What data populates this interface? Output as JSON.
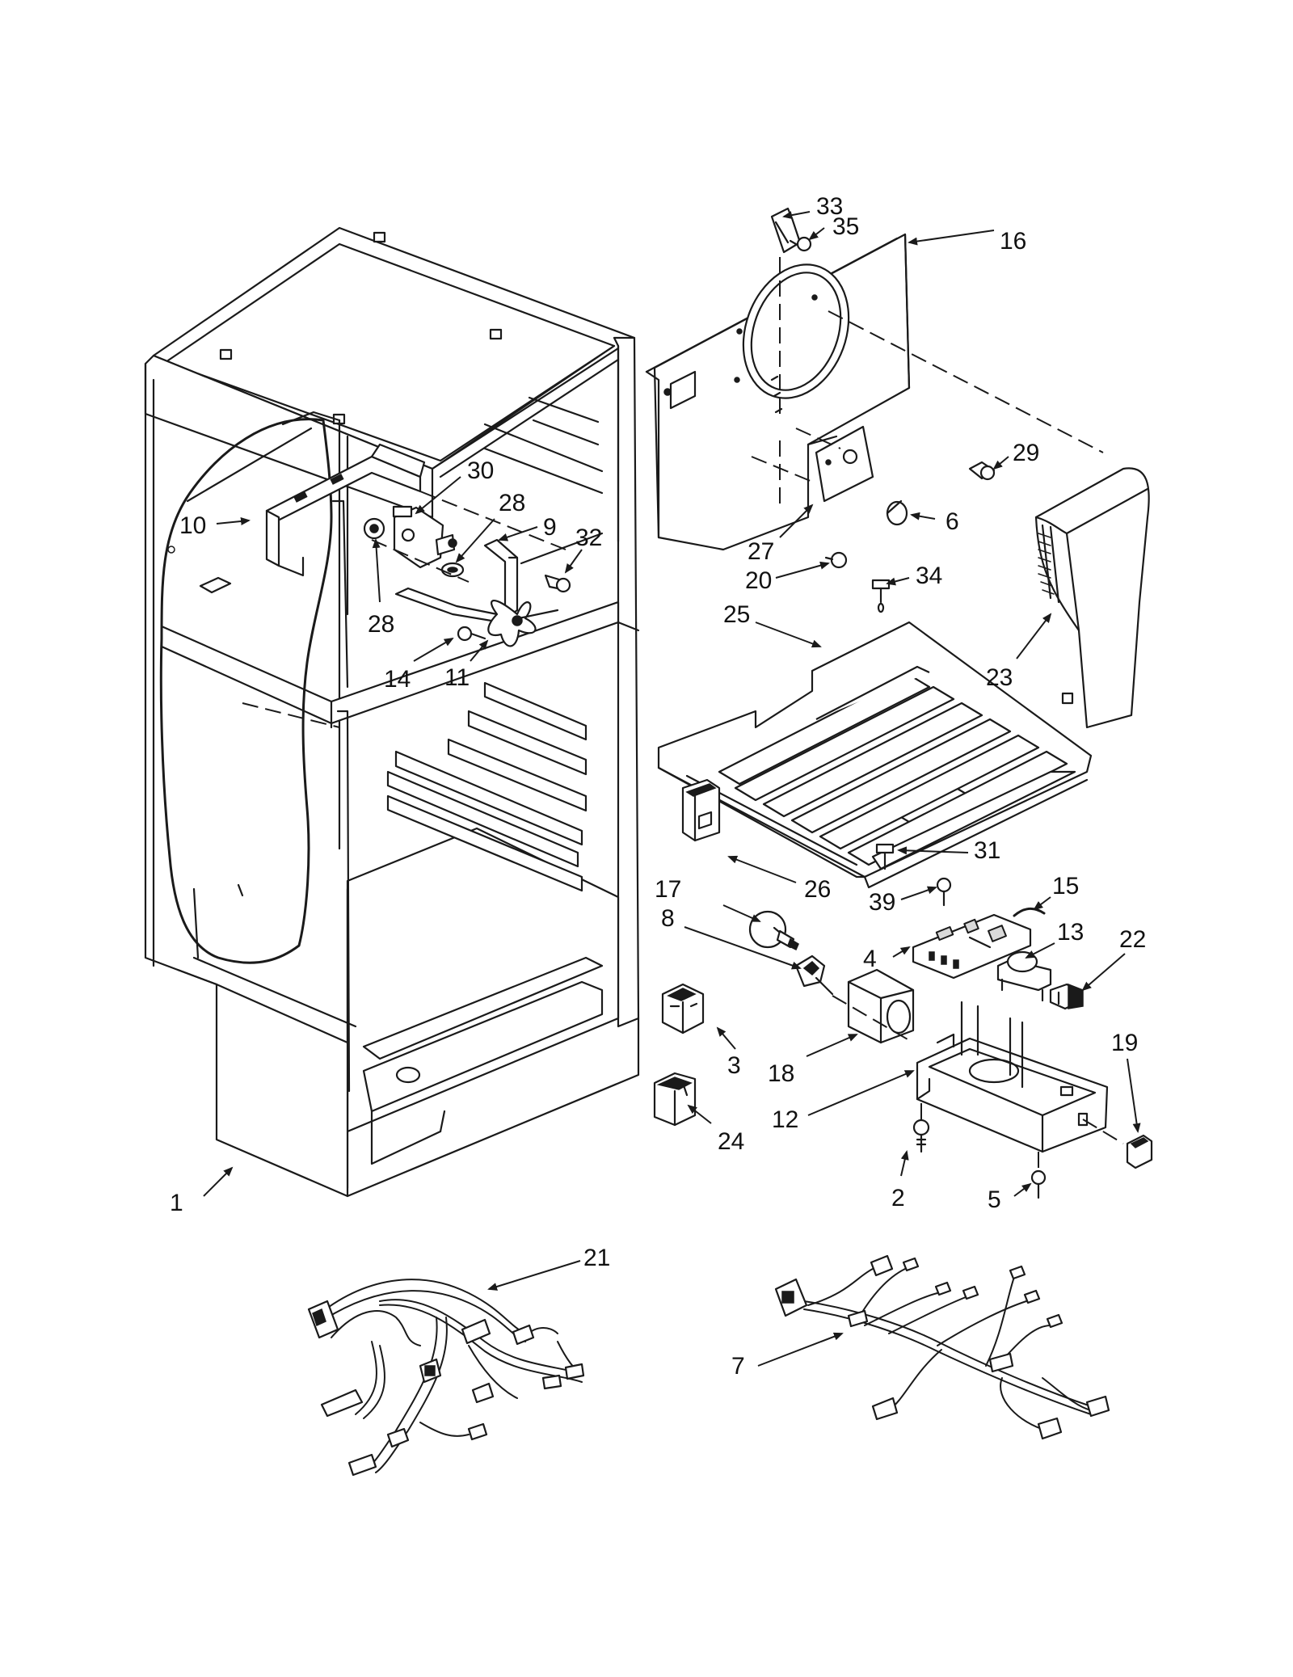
{
  "colors": {
    "line": "#1a1a1a",
    "background": "#ffffff",
    "shade": "#d9d9d9"
  },
  "callouts": [
    {
      "id": "c1",
      "label": "1"
    },
    {
      "id": "c2",
      "label": "2"
    },
    {
      "id": "c3",
      "label": "3"
    },
    {
      "id": "c4",
      "label": "4"
    },
    {
      "id": "c5",
      "label": "5"
    },
    {
      "id": "c6",
      "label": "6"
    },
    {
      "id": "c7",
      "label": "7"
    },
    {
      "id": "c8",
      "label": "8"
    },
    {
      "id": "c9",
      "label": "9"
    },
    {
      "id": "c10",
      "label": "10"
    },
    {
      "id": "c11",
      "label": "11"
    },
    {
      "id": "c12",
      "label": "12"
    },
    {
      "id": "c13",
      "label": "13"
    },
    {
      "id": "c14",
      "label": "14"
    },
    {
      "id": "c15",
      "label": "15"
    },
    {
      "id": "c16",
      "label": "16"
    },
    {
      "id": "c17",
      "label": "17"
    },
    {
      "id": "c18",
      "label": "18"
    },
    {
      "id": "c19",
      "label": "19"
    },
    {
      "id": "c20",
      "label": "20"
    },
    {
      "id": "c21",
      "label": "21"
    },
    {
      "id": "c22",
      "label": "22"
    },
    {
      "id": "c23",
      "label": "23"
    },
    {
      "id": "c24",
      "label": "24"
    },
    {
      "id": "c25",
      "label": "25"
    },
    {
      "id": "c26",
      "label": "26"
    },
    {
      "id": "c27",
      "label": "27"
    },
    {
      "id": "c28a",
      "label": "28"
    },
    {
      "id": "c28b",
      "label": "28"
    },
    {
      "id": "c29",
      "label": "29"
    },
    {
      "id": "c30",
      "label": "30"
    },
    {
      "id": "c31",
      "label": "31"
    },
    {
      "id": "c32",
      "label": "32"
    },
    {
      "id": "c33",
      "label": "33"
    },
    {
      "id": "c34",
      "label": "34"
    },
    {
      "id": "c35",
      "label": "35"
    },
    {
      "id": "c39",
      "label": "39"
    }
  ]
}
